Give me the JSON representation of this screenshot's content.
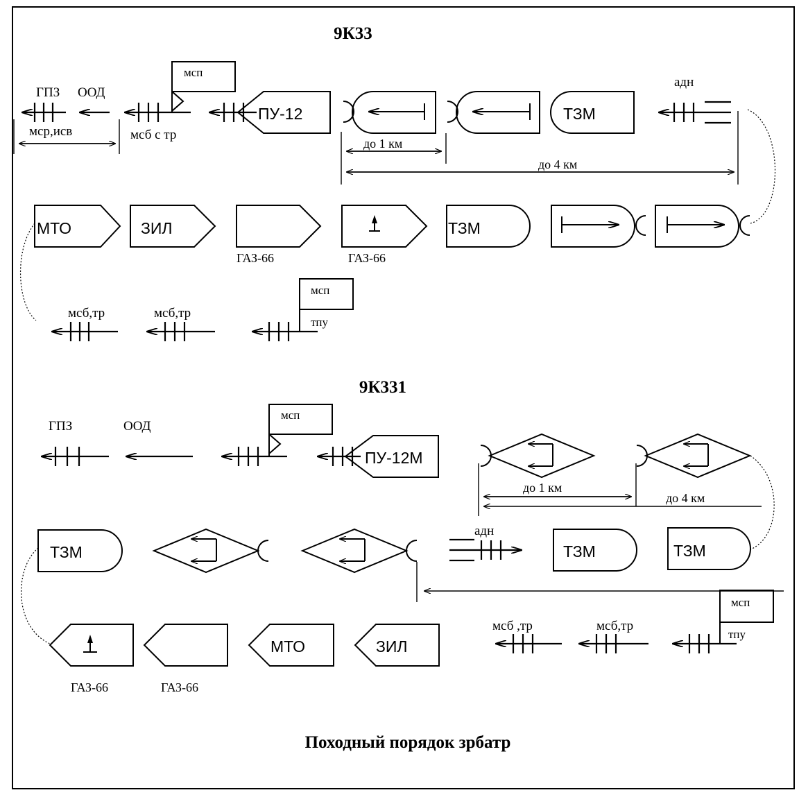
{
  "sections": [
    {
      "title": "9К33",
      "labels": {
        "gpz": "ГПЗ",
        "ood": "ООД",
        "msr_isv": "мср,исв",
        "msp_flag": "мсп",
        "msb_s_tr": "мсб с тр",
        "launcher": "ПУ-12",
        "do_1_km": "до 1 км",
        "do_4_km": "до 4 км",
        "tzm": "ТЗМ",
        "adn": "адн",
        "mto": "МТО",
        "zil": "ЗИЛ",
        "gaz_a": "ГАЗ-66",
        "gaz_b": "ГАЗ-66",
        "tzm_row2": "ТЗМ",
        "msb_tr_1": "мсб,тр",
        "msb_tr_2": "мсб,тр",
        "msp_flag_2": "мсп",
        "tpu": "тпу"
      }
    },
    {
      "title": "9К331",
      "labels": {
        "gpz": "ГПЗ",
        "ood": "ООД",
        "msp_flag": "мсп",
        "launcher": "ПУ-12М",
        "do_1_km": "до 1 км",
        "do_4_km": "до 4 км",
        "tzm_left": "ТЗМ",
        "adn": "адн",
        "tzm_mid": "ТЗМ",
        "tzm_right": "ТЗМ",
        "msp_flag_2": "мсп",
        "tpu": "тпу",
        "msb_tr_1": "мсб ,тр",
        "msb_tr_2": "мсб,тр",
        "gaz_a": "ГАЗ-66",
        "gaz_b": "ГАЗ-66",
        "mto": "МТО",
        "zil": "ЗИЛ"
      }
    }
  ],
  "footer": "Походный порядок зрбатр"
}
